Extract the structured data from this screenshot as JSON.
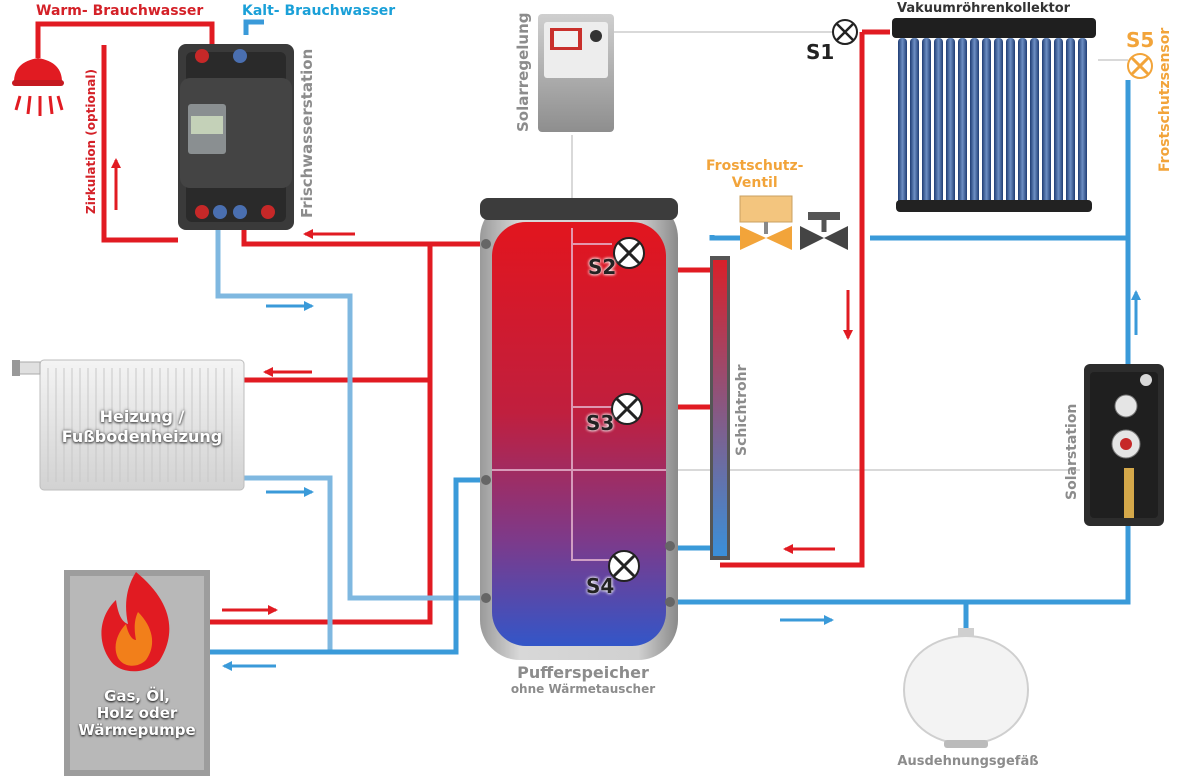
{
  "labels": {
    "warm_water": "Warm- Brauchwasser",
    "cold_water": "Kalt- Brauchwasser",
    "circulation": "Zirkulation (optional)",
    "fresh_water_station": "Frischwasserstation",
    "solar_control": "Solarregelung",
    "collector": "Vakuumröhrenkollektor",
    "frost_sensor": "Frostschutzsensor",
    "frost_valve": "Frostschutz-\nVentil",
    "layer_pipe": "Schichtrohr",
    "solar_station": "Solarstation",
    "heating": "Heizung /\nFußbodenheizung",
    "boiler": "Gas, Öl,\nHolz oder\nWärmepumpe",
    "tank_title": "Pufferspeicher",
    "tank_subtitle": "ohne Wärmetauscher",
    "expansion": "Ausdehnungsgefäß"
  },
  "sensors": {
    "s1": "S1",
    "s2": "S2",
    "s3": "S3",
    "s4": "S4",
    "s5": "S5"
  },
  "colors": {
    "hot": "#e11b22",
    "cold": "#3a9ad9",
    "cold_light": "#7fb8e0",
    "label_red": "#d42128",
    "label_blue": "#1aa0d8",
    "label_orange": "#f2a43a",
    "label_gray": "#8c8c8c"
  }
}
